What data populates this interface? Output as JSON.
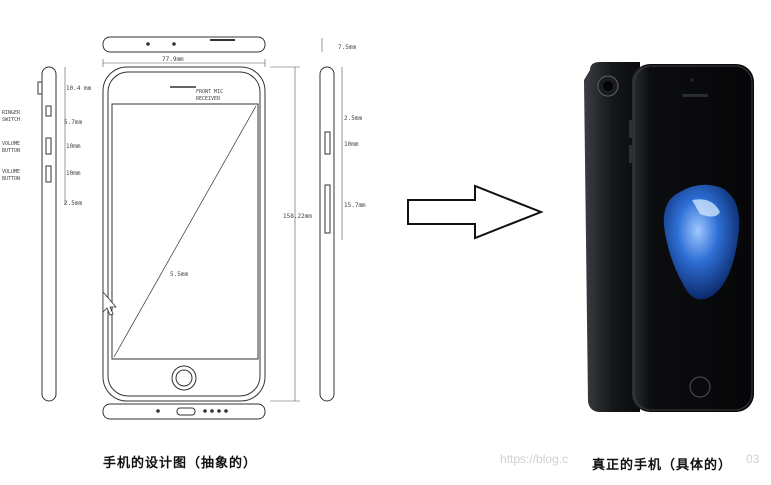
{
  "left_caption": "手机的设计图（抽象的）",
  "right_caption": "真正的手机（具体的）",
  "watermark": "https://blog.c",
  "watermark_tail": "03",
  "blueprint": {
    "top_width": "7.5mm",
    "width": "77.9mm",
    "speaker_label_1": "FRONT MIC",
    "speaker_label_2": "RECEIVER",
    "left_dim_1": "10.4 mm",
    "left_dim_2": "5.7mm",
    "left_dim_3": "10mm",
    "left_dim_4": "10mm",
    "left_dim_5": "2.5mm",
    "side_label_1": "RINGER",
    "side_label_1b": "SWITCH",
    "side_label_2": "VOLUME",
    "side_label_2b": "BUTTON",
    "side_label_3": "VOLUME",
    "side_label_3b": "BUTTON",
    "height": "158.22mm",
    "screen_diag": "5.5mm",
    "right_dim_1": "2.5mm",
    "right_dim_2": "10mm",
    "right_dim_3": "15.7mm"
  },
  "arrow_icon": "right-arrow-icon",
  "colors": {
    "phone_body": "#111418",
    "screen_blue": "#1f5fbf",
    "line": "#333333"
  }
}
